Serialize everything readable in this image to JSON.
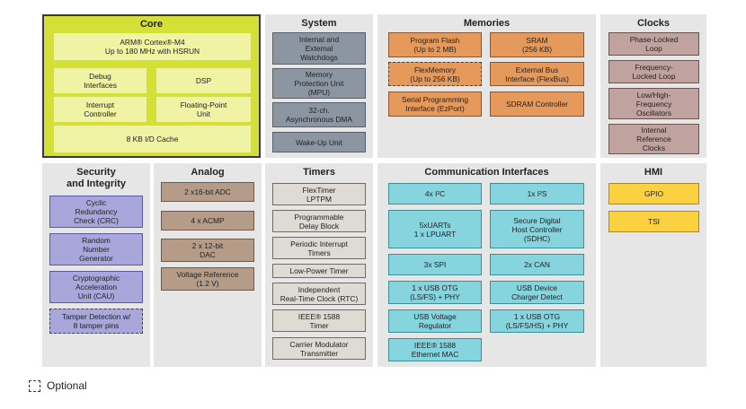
{
  "core": {
    "title": "Core",
    "blocks": [
      "ARM® Cortex®-M4\nUp to 180 MHz with HSRUN",
      "Debug\nInterfaces",
      "DSP",
      "Interrupt\nController",
      "Floating-Point\nUnit",
      "8 KB I/D Cache"
    ]
  },
  "system": {
    "title": "System",
    "blocks": [
      "Internal and\nExternal\nWatchdogs",
      "Memory\nProtection Unit\n(MPU)",
      "32-ch.\nAsynchronous DMA",
      "Wake-Up Unit"
    ]
  },
  "memories": {
    "title": "Memories",
    "blocks": [
      "Program Flash\n(Up to 2 MB)",
      "SRAM\n(256 KB)",
      "FlexMemory\n(Up to 256 KB)",
      "External Bus\nInterface (FlexBus)",
      "Serial Programming\nInterface (EzPort)",
      "SDRAM Controller"
    ]
  },
  "clocks": {
    "title": "Clocks",
    "blocks": [
      "Phase-Locked\nLoop",
      "Frequency-\nLocked Loop",
      "Low/High-\nFrequency\nOscillators",
      "Internal\nReference\nClocks"
    ]
  },
  "security": {
    "title": "Security\nand Integrity",
    "blocks": [
      "Cyclic\nRedundancy\nCheck (CRC)",
      "Random\nNumber\nGenerator",
      "Cryptographic\nAcceleration\nUnit (CAU)",
      "Tamper Detection w/\n8 tamper pins"
    ]
  },
  "analog": {
    "title": "Analog",
    "blocks": [
      "2 x16-bit ADC",
      "4 x ACMP",
      "2 x 12-bit\nDAC",
      "Voltage Reference\n(1.2 V)"
    ]
  },
  "timers": {
    "title": "Timers",
    "blocks": [
      "FlexTimer\nLPTPM",
      "Programmable\nDelay Block",
      "Periodic Interrupt\nTimers",
      "Low-Power Timer",
      "Independent\nReal-Time Clock (RTC)",
      "IEEE® 1588\nTimer",
      "Carrier Modulator\nTransmitter"
    ]
  },
  "comm": {
    "title": "Communication Interfaces",
    "blocks": [
      "4x I²C",
      "1x I²S",
      "5xUARTs\n1 x LPUART",
      "Secure Digital\nHost Controller\n(SDHC)",
      "3x SPI",
      "2x CAN",
      "1 x USB OTG\n(LS/FS) + PHY",
      "USB Device\nCharger Detect",
      "USB Voltage\nRegulator",
      "1 x USB OTG\n(LS/FS/HS) + PHY",
      "IEEE® 1588\nEthernet MAC"
    ]
  },
  "hmi": {
    "title": "HMI",
    "blocks": [
      "GPIO",
      "TSI"
    ]
  },
  "legend": {
    "label": "Optional"
  }
}
